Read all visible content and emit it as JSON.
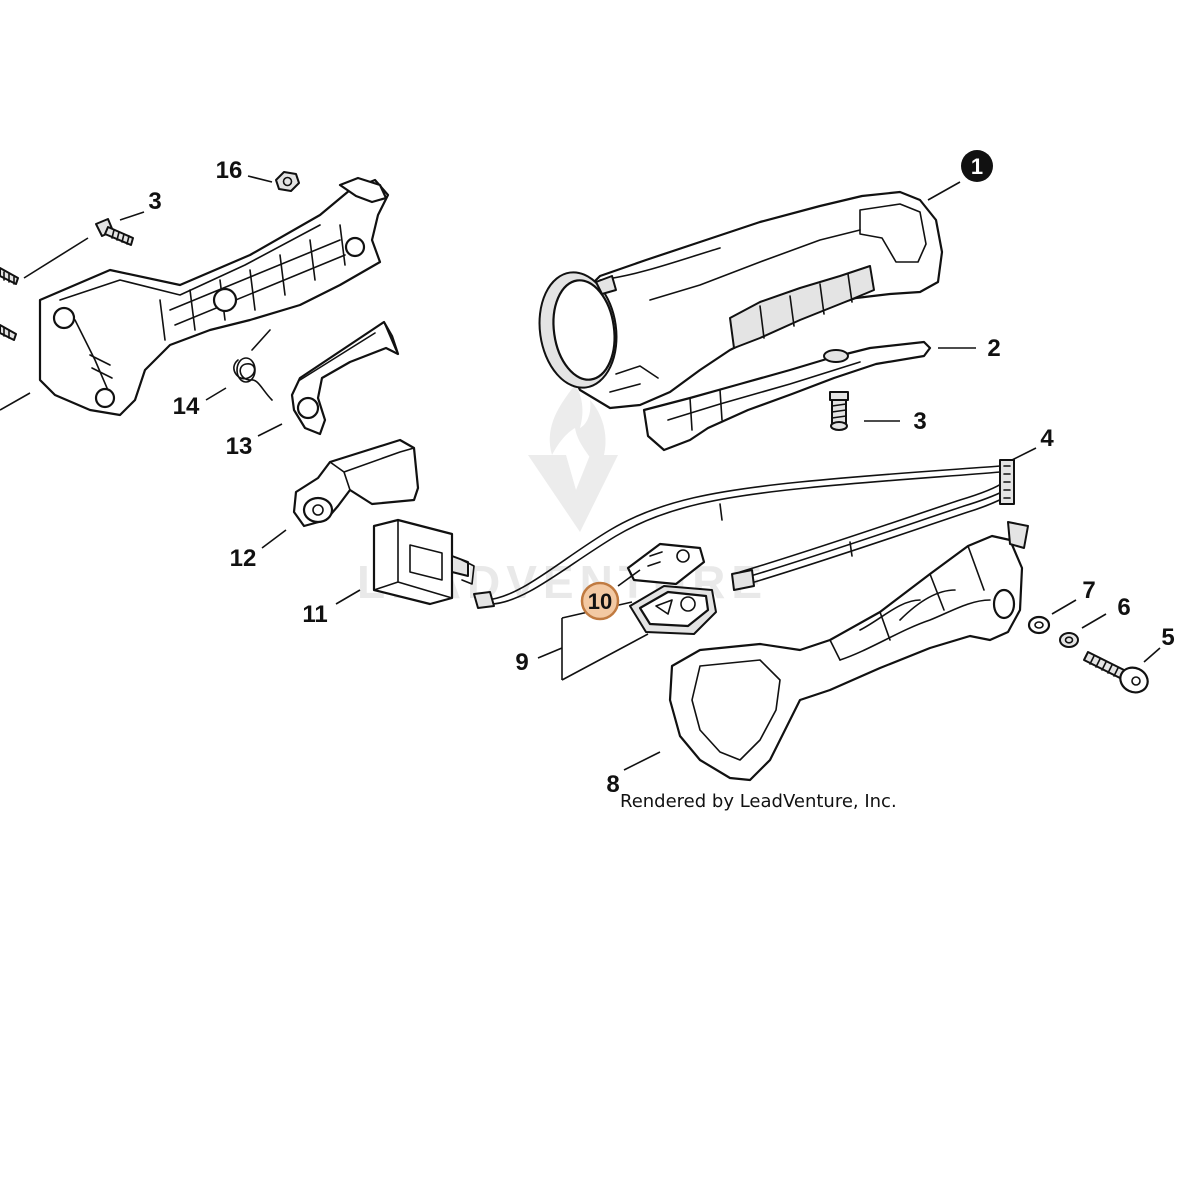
{
  "callouts": {
    "c1": "1",
    "c2": "2",
    "c3a": "3",
    "c3b": "3",
    "c4": "4",
    "c5": "5",
    "c6": "6",
    "c7": "7",
    "c8": "8",
    "c9": "9",
    "c10": "10",
    "c11": "11",
    "c12": "12",
    "c13": "13",
    "c14": "14",
    "c16": "16"
  },
  "credit": "Rendered by LeadVenture, Inc.",
  "watermark": "LEADVENTURE",
  "colors": {
    "highlight_fill": "#f3c9a3",
    "highlight_stroke": "#c07a40",
    "badge_fill": "#111111",
    "badge_text": "#ffffff",
    "line": "#111111"
  }
}
